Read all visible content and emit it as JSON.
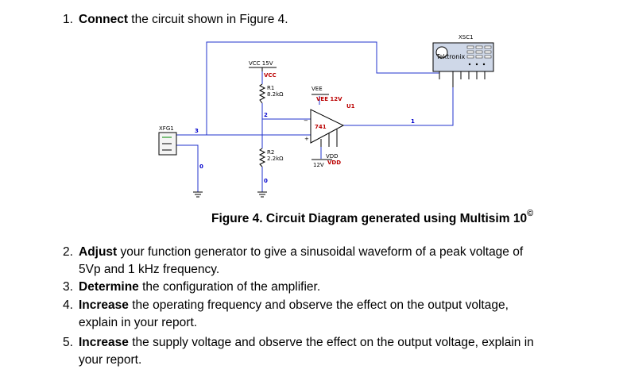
{
  "steps": [
    {
      "num": "1.",
      "bold": "Connect",
      "rest": " the circuit shown in Figure 4."
    },
    {
      "num": "2.",
      "bold": "Adjust",
      "rest": " your function generator to give a sinusoidal waveform of a peak voltage of",
      "cont": "5Vp and 1 kHz frequency."
    },
    {
      "num": "3.",
      "bold": "Determine",
      "rest": " the configuration of the amplifier."
    },
    {
      "num": "4.",
      "bold": "Increase",
      "rest": " the operating frequency and observe the effect on the output voltage,",
      "cont": "explain in your report."
    },
    {
      "num": "5.",
      "bold": "Increase",
      "rest": " the supply voltage and observe the effect on the output voltage, explain in",
      "cont": "your report."
    }
  ],
  "figure": {
    "caption": "Figure 4. Circuit Diagram generated using Multisim 10",
    "caption_symbol": "©",
    "labels": {
      "vcc_value": "VCC 15V",
      "vcc_net": "VCC",
      "r1": "R1",
      "r1_value": "8.2kΩ",
      "vee": "VEE",
      "vee_value": "VEE 12V",
      "u1": "U1",
      "opamp": "741",
      "r2": "R2",
      "r2_value": "2.2kΩ",
      "vdd": "VDD",
      "vdd_value": "12V",
      "vdd_net": "VDD",
      "xfg1": "XFG1",
      "xsc1": "XSC1",
      "tektronix": "Tektronix",
      "node_3": "3",
      "node_2": "2",
      "node_1": "1",
      "node_0a": "0",
      "node_0b": "0"
    },
    "colors": {
      "wire": "#2233cc",
      "node_label": "#0000cc",
      "part_label": "#bb0000"
    }
  }
}
